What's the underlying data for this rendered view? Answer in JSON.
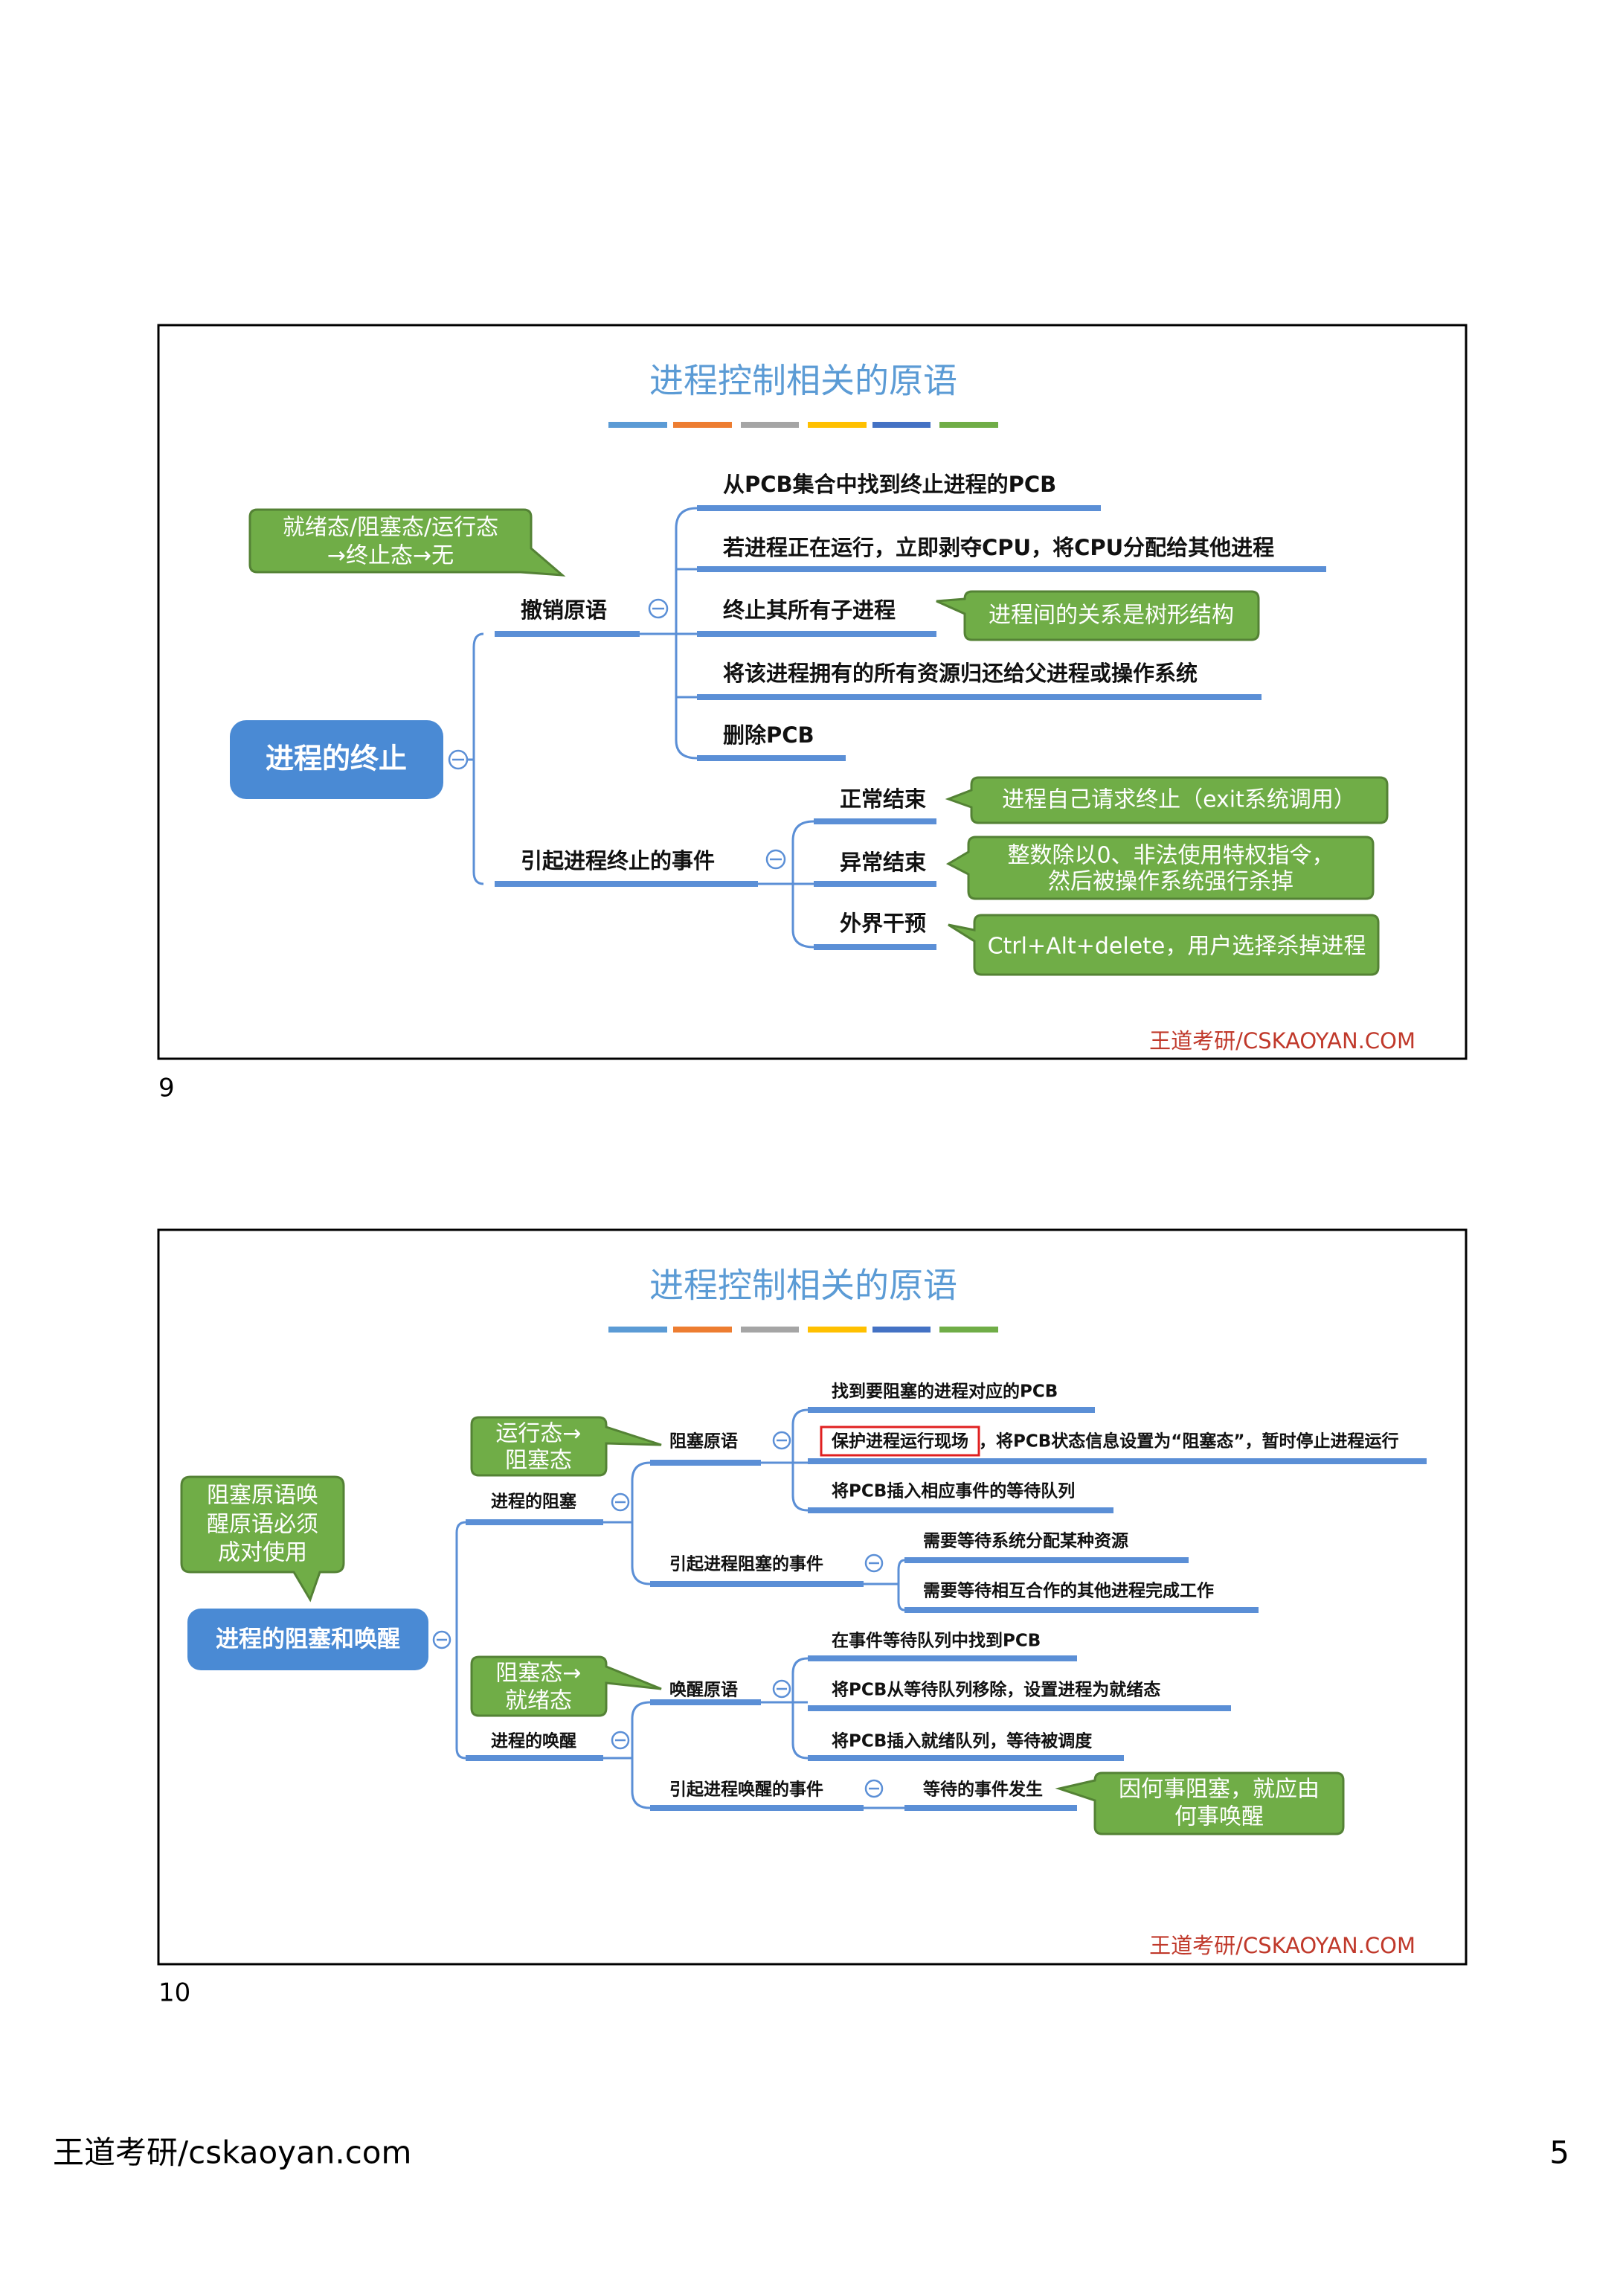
{
  "slides": [
    {
      "title": "进程控制相关的原语",
      "number": "9",
      "credit": "王道考研/CSKAOYAN.COM",
      "root": "进程的终止",
      "branch_a": {
        "label": "撤销原语",
        "children": [
          "从PCB集合中找到终止进程的PCB",
          "若进程正在运行，立即剥夺CPU，将CPU分配给其他进程",
          "终止其所有子进程",
          "将该进程拥有的所有资源归还给父进程或操作系统",
          "删除PCB"
        ]
      },
      "branch_b": {
        "label": "引起进程终止的事件",
        "children": [
          "正常结束",
          "异常结束",
          "外界干预"
        ]
      },
      "callouts": {
        "states": [
          "就绪态/阻塞态/运行态",
          "→终止态→无"
        ],
        "tree": "进程间的关系是树形结构",
        "normal": "进程自己请求终止（exit系统调用）",
        "abnormal": [
          "整数除以0、非法使用特权指令，",
          "然后被操作系统强行杀掉"
        ],
        "external": "Ctrl+Alt+delete，用户选择杀掉进程"
      }
    },
    {
      "title": "进程控制相关的原语",
      "number": "10",
      "credit": "王道考研/CSKAOYAN.COM",
      "root": "进程的阻塞和唤醒",
      "block": {
        "label": "进程的阻塞",
        "primitive": "阻塞原语",
        "primitive_children": [
          "找到要阻塞的进程对应的PCB",
          "保护进程运行现场",
          "，将PCB状态信息设置为“阻塞态”，暂时停止进程运行",
          "将PCB插入相应事件的等待队列"
        ],
        "events": "引起进程阻塞的事件",
        "events_children": [
          "需要等待系统分配某种资源",
          "需要等待相互合作的其他进程完成工作"
        ]
      },
      "wake": {
        "label": "进程的唤醒",
        "primitive": "唤醒原语",
        "primitive_children": [
          "在事件等待队列中找到PCB",
          "将PCB从等待队列移除，设置进程为就绪态",
          "将PCB插入就绪队列，等待被调度"
        ],
        "events": "引起进程唤醒的事件",
        "events_children": [
          "等待的事件发生"
        ]
      },
      "callouts": {
        "run_block": [
          "运行态→",
          "阻塞态"
        ],
        "pair": [
          "阻塞原语唤",
          "醒原语必须",
          "成对使用"
        ],
        "block_ready": [
          "阻塞态→",
          "就绪态"
        ],
        "cause": [
          "因何事阻塞，就应由",
          "何事唤醒"
        ]
      }
    }
  ],
  "footer": {
    "site": "王道考研/cskaoyan.com",
    "page": "5"
  },
  "colors": {
    "accent_blue": "#5b9bd5",
    "callout_green": "#70ad47",
    "root_blue": "#4a8ad4",
    "credit_red": "#c0392b",
    "bar_colors": [
      "#5b9bd5",
      "#ed7d31",
      "#a5a5a5",
      "#ffc000",
      "#4472c4",
      "#70ad47"
    ]
  }
}
